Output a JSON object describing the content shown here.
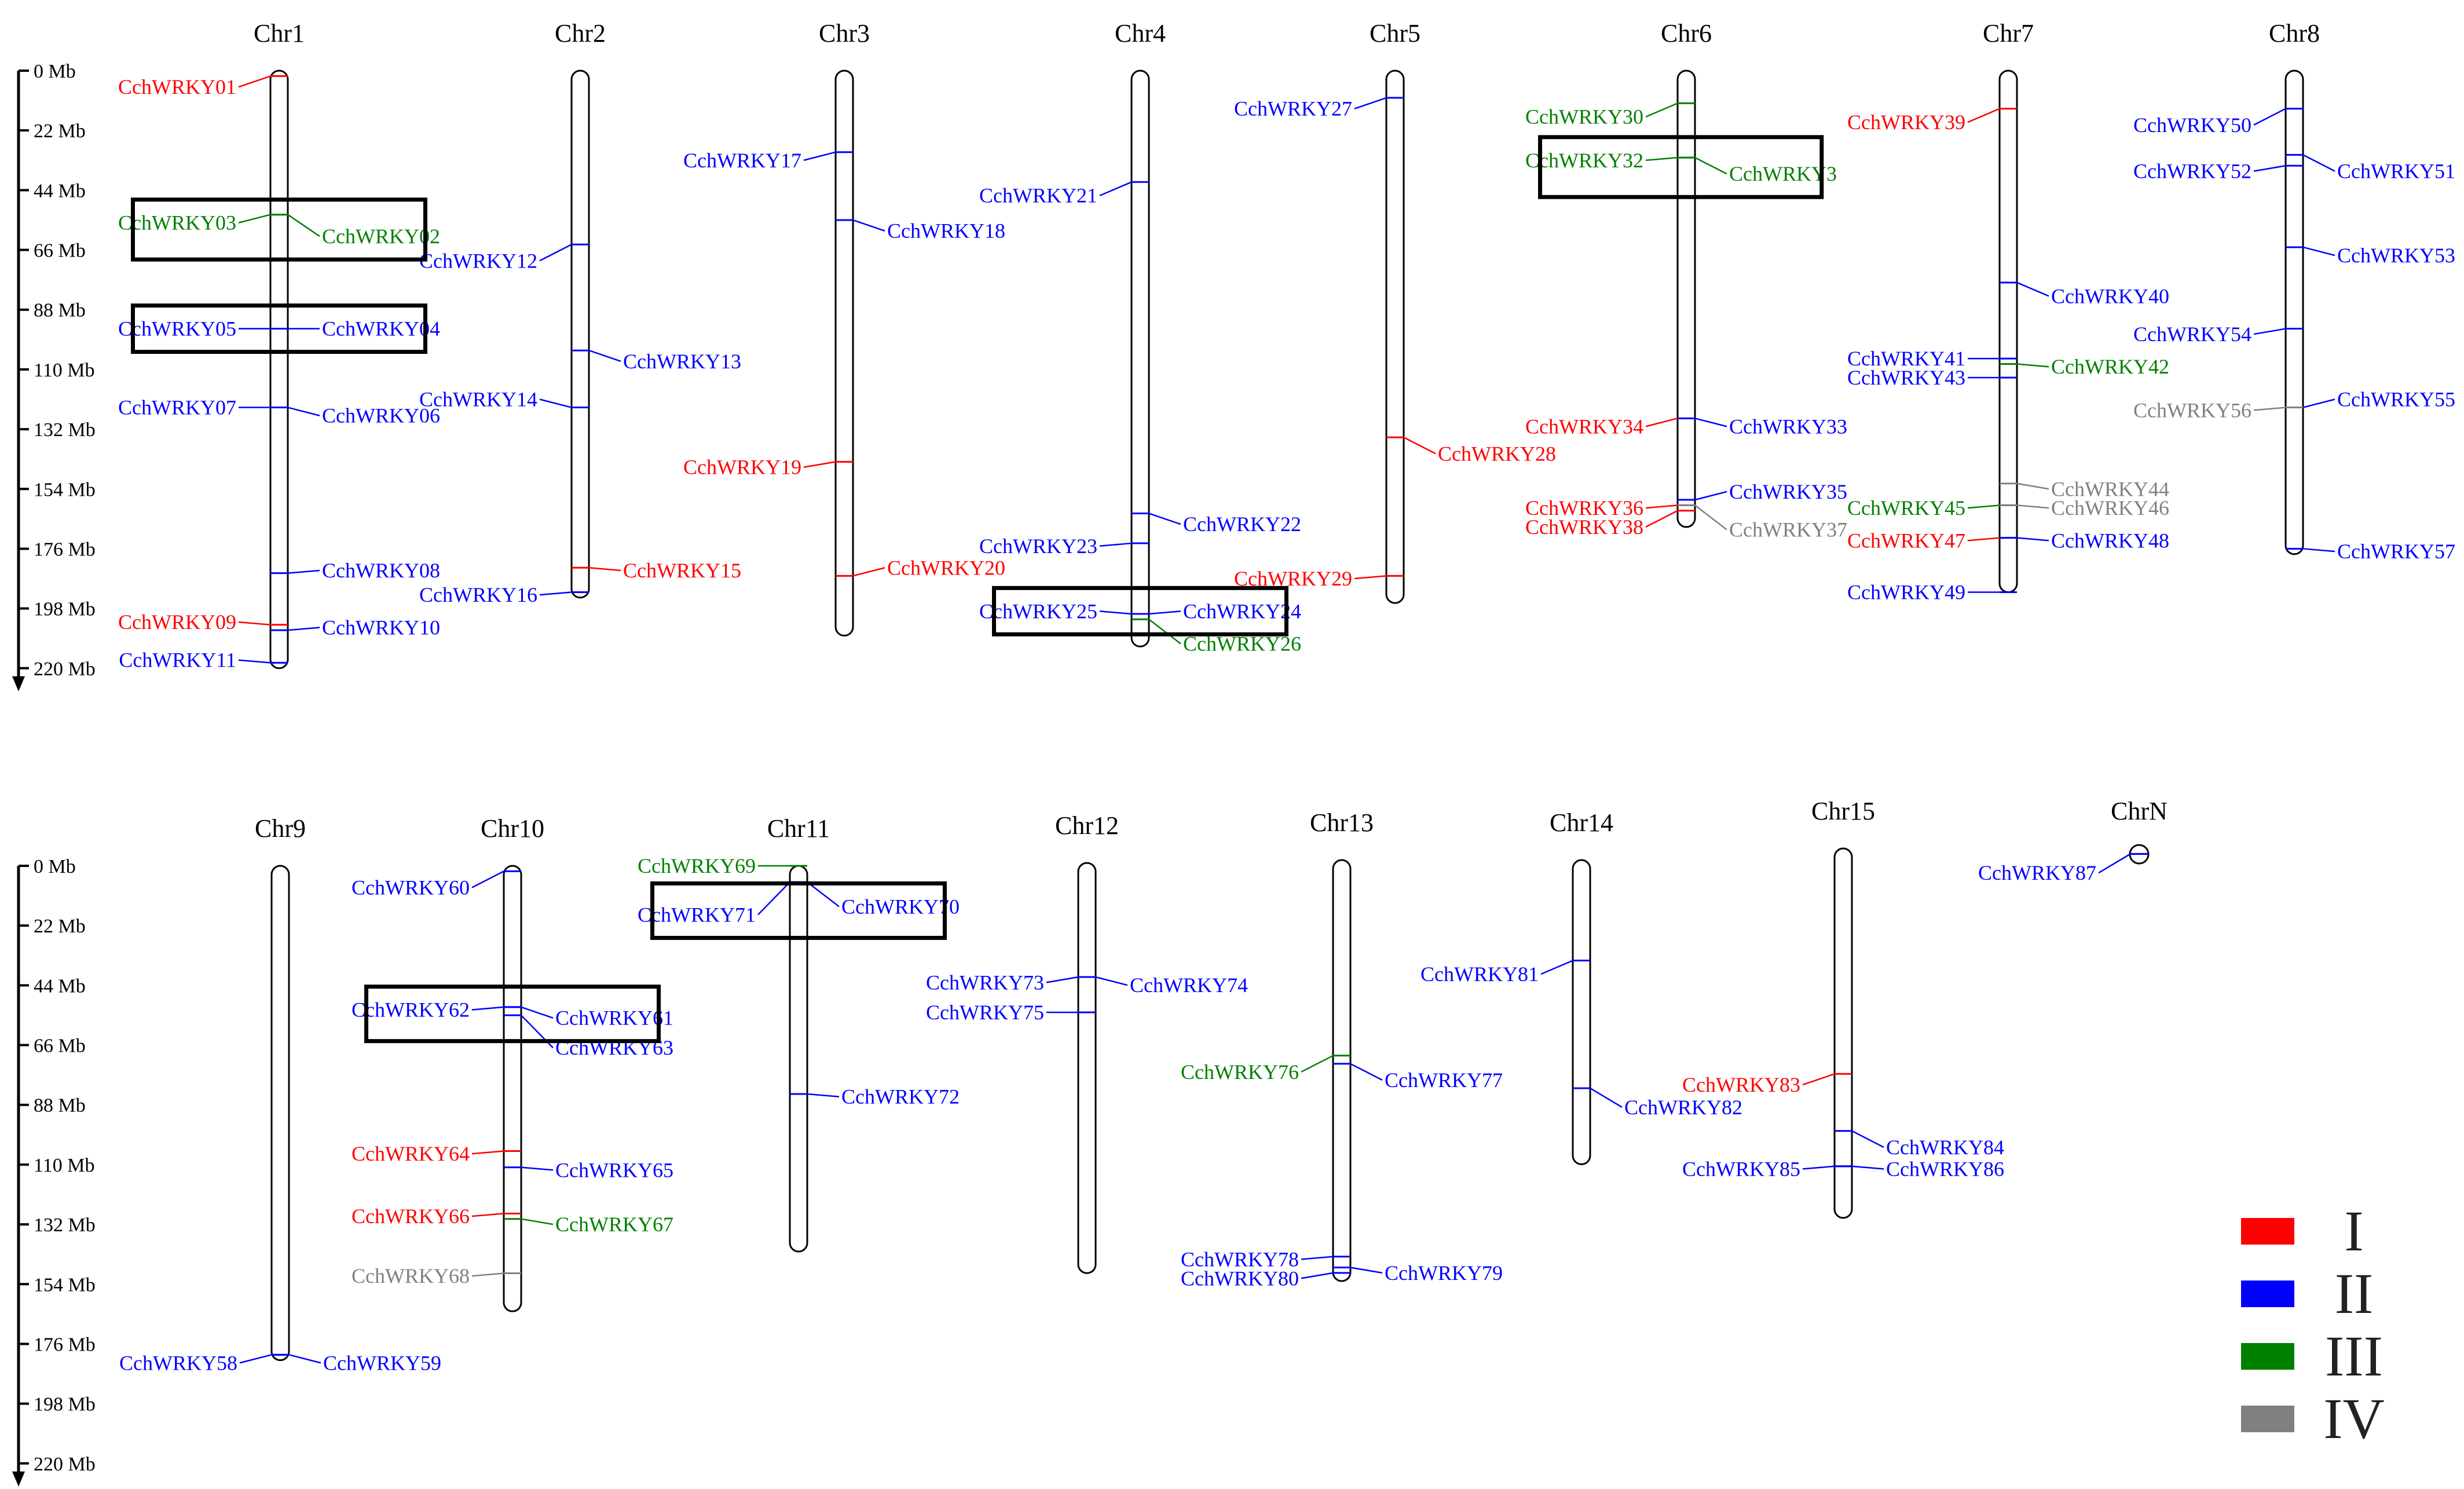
{
  "scale_labels": [
    "0 Mb",
    "22 Mb",
    "44 Mb",
    "66 Mb",
    "88 Mb",
    "110 Mb",
    "132 Mb",
    "154 Mb",
    "176 Mb",
    "198 Mb",
    "220 Mb"
  ],
  "colors": {
    "I": "#ff0000",
    "II": "#0000ff",
    "III": "#008000",
    "IV": "#808080"
  },
  "legend": [
    {
      "label": "I",
      "group": "I"
    },
    {
      "label": "II",
      "group": "II"
    },
    {
      "label": "III",
      "group": "III"
    },
    {
      "label": "IV",
      "group": "IV"
    }
  ],
  "rows": [
    {
      "chromosomes": [
        {
          "name": "Chr1",
          "length": 220,
          "genes": [
            {
              "name": "CchWRKY01",
              "pos": 2,
              "group": "I",
              "side": "left",
              "label_mb": 6
            },
            {
              "name": "CchWRKY03",
              "pos": 53,
              "group": "III",
              "side": "left",
              "label_mb": 56
            },
            {
              "name": "CchWRKY02",
              "pos": 53,
              "group": "III",
              "side": "right",
              "label_mb": 61
            },
            {
              "name": "CchWRKY05",
              "pos": 95,
              "group": "II",
              "side": "left",
              "label_mb": 95
            },
            {
              "name": "CchWRKY04",
              "pos": 95,
              "group": "II",
              "side": "right",
              "label_mb": 95
            },
            {
              "name": "CchWRKY07",
              "pos": 124,
              "group": "II",
              "side": "left",
              "label_mb": 124
            },
            {
              "name": "CchWRKY06",
              "pos": 124,
              "group": "II",
              "side": "right",
              "label_mb": 127
            },
            {
              "name": "CchWRKY08",
              "pos": 185,
              "group": "II",
              "side": "right",
              "label_mb": 184
            },
            {
              "name": "CchWRKY09",
              "pos": 204,
              "group": "I",
              "side": "left",
              "label_mb": 203
            },
            {
              "name": "CchWRKY10",
              "pos": 206,
              "group": "II",
              "side": "right",
              "label_mb": 205
            },
            {
              "name": "CchWRKY11",
              "pos": 218,
              "group": "II",
              "side": "left",
              "label_mb": 217
            }
          ]
        },
        {
          "name": "Chr2",
          "length": 194,
          "genes": [
            {
              "name": "CchWRKY12",
              "pos": 64,
              "group": "II",
              "side": "left",
              "label_mb": 70
            },
            {
              "name": "CchWRKY13",
              "pos": 103,
              "group": "II",
              "side": "right",
              "label_mb": 107
            },
            {
              "name": "CchWRKY14",
              "pos": 124,
              "group": "II",
              "side": "left",
              "label_mb": 121
            },
            {
              "name": "CchWRKY15",
              "pos": 183,
              "group": "I",
              "side": "right",
              "label_mb": 184
            },
            {
              "name": "CchWRKY16",
              "pos": 192,
              "group": "II",
              "side": "left",
              "label_mb": 193
            }
          ]
        },
        {
          "name": "Chr3",
          "length": 208,
          "genes": [
            {
              "name": "CchWRKY17",
              "pos": 30,
              "group": "II",
              "side": "left",
              "label_mb": 33
            },
            {
              "name": "CchWRKY18",
              "pos": 55,
              "group": "II",
              "side": "right",
              "label_mb": 59
            },
            {
              "name": "CchWRKY19",
              "pos": 144,
              "group": "I",
              "side": "left",
              "label_mb": 146
            },
            {
              "name": "CchWRKY20",
              "pos": 186,
              "group": "I",
              "side": "right",
              "label_mb": 183
            }
          ]
        },
        {
          "name": "Chr4",
          "length": 212,
          "genes": [
            {
              "name": "CchWRKY21",
              "pos": 41,
              "group": "II",
              "side": "left",
              "label_mb": 46
            },
            {
              "name": "CchWRKY22",
              "pos": 163,
              "group": "II",
              "side": "right",
              "label_mb": 167
            },
            {
              "name": "CchWRKY23",
              "pos": 174,
              "group": "II",
              "side": "left",
              "label_mb": 175
            },
            {
              "name": "CchWRKY25",
              "pos": 200,
              "group": "II",
              "side": "left",
              "label_mb": 199
            },
            {
              "name": "CchWRKY24",
              "pos": 200,
              "group": "II",
              "side": "right",
              "label_mb": 199
            },
            {
              "name": "CchWRKY26",
              "pos": 202,
              "group": "III",
              "side": "right",
              "label_mb": 211
            }
          ]
        },
        {
          "name": "Chr5",
          "length": 196,
          "genes": [
            {
              "name": "CchWRKY27",
              "pos": 10,
              "group": "II",
              "side": "left",
              "label_mb": 14
            },
            {
              "name": "CchWRKY28",
              "pos": 135,
              "group": "I",
              "side": "right",
              "label_mb": 141
            },
            {
              "name": "CchWRKY29",
              "pos": 186,
              "group": "I",
              "side": "left",
              "label_mb": 187
            }
          ]
        },
        {
          "name": "Chr6",
          "length": 168,
          "genes": [
            {
              "name": "CchWRKY30",
              "pos": 12,
              "group": "III",
              "side": "left",
              "label_mb": 17
            },
            {
              "name": "CchWRKY32",
              "pos": 32,
              "group": "III",
              "side": "left",
              "label_mb": 33
            },
            {
              "name": "CchWRKY3",
              "pos": 32,
              "group": "III",
              "side": "right",
              "label_mb": 38
            },
            {
              "name": "CchWRKY34",
              "pos": 128,
              "group": "I",
              "side": "left",
              "label_mb": 131
            },
            {
              "name": "CchWRKY33",
              "pos": 128,
              "group": "II",
              "side": "right",
              "label_mb": 131
            },
            {
              "name": "CchWRKY35",
              "pos": 158,
              "group": "II",
              "side": "right",
              "label_mb": 155
            },
            {
              "name": "CchWRKY36",
              "pos": 160,
              "group": "I",
              "side": "left",
              "label_mb": 161
            },
            {
              "name": "CchWRKY37",
              "pos": 160,
              "group": "IV",
              "side": "right",
              "label_mb": 169
            },
            {
              "name": "CchWRKY38",
              "pos": 162,
              "group": "I",
              "side": "left",
              "label_mb": 168
            }
          ]
        },
        {
          "name": "Chr7",
          "length": 192,
          "genes": [
            {
              "name": "CchWRKY39",
              "pos": 14,
              "group": "I",
              "side": "left",
              "label_mb": 19
            },
            {
              "name": "CchWRKY40",
              "pos": 78,
              "group": "II",
              "side": "right",
              "label_mb": 83
            },
            {
              "name": "CchWRKY41",
              "pos": 106,
              "group": "II",
              "side": "left",
              "label_mb": 106
            },
            {
              "name": "CchWRKY42",
              "pos": 108,
              "group": "III",
              "side": "right",
              "label_mb": 109
            },
            {
              "name": "CchWRKY43",
              "pos": 113,
              "group": "II",
              "side": "left",
              "label_mb": 113
            },
            {
              "name": "CchWRKY44",
              "pos": 152,
              "group": "IV",
              "side": "right",
              "label_mb": 154
            },
            {
              "name": "CchWRKY45",
              "pos": 160,
              "group": "III",
              "side": "left",
              "label_mb": 161
            },
            {
              "name": "CchWRKY46",
              "pos": 160,
              "group": "IV",
              "side": "right",
              "label_mb": 161
            },
            {
              "name": "CchWRKY47",
              "pos": 172,
              "group": "I",
              "side": "left",
              "label_mb": 173
            },
            {
              "name": "CchWRKY48",
              "pos": 172,
              "group": "II",
              "side": "right",
              "label_mb": 173
            },
            {
              "name": "CchWRKY49",
              "pos": 192,
              "group": "II",
              "side": "left",
              "label_mb": 192
            }
          ]
        },
        {
          "name": "Chr8",
          "length": 178,
          "genes": [
            {
              "name": "CchWRKY50",
              "pos": 14,
              "group": "II",
              "side": "left",
              "label_mb": 20
            },
            {
              "name": "CchWRKY51",
              "pos": 31,
              "group": "II",
              "side": "right",
              "label_mb": 37
            },
            {
              "name": "CchWRKY52",
              "pos": 35,
              "group": "II",
              "side": "left",
              "label_mb": 37
            },
            {
              "name": "CchWRKY53",
              "pos": 65,
              "group": "II",
              "side": "right",
              "label_mb": 68
            },
            {
              "name": "CchWRKY54",
              "pos": 95,
              "group": "II",
              "side": "left",
              "label_mb": 97
            },
            {
              "name": "CchWRKY55",
              "pos": 124,
              "group": "II",
              "side": "right",
              "label_mb": 121
            },
            {
              "name": "CchWRKY56",
              "pos": 124,
              "group": "IV",
              "side": "left",
              "label_mb": 125
            },
            {
              "name": "CchWRKY57",
              "pos": 176,
              "group": "II",
              "side": "right",
              "label_mb": 177
            }
          ]
        }
      ]
    },
    {
      "chromosomes": [
        {
          "name": "Chr9",
          "length": 182,
          "genes": [
            {
              "name": "CchWRKY58",
              "pos": 180,
              "group": "II",
              "side": "left",
              "label_mb": 183
            },
            {
              "name": "CchWRKY59",
              "pos": 180,
              "group": "II",
              "side": "right",
              "label_mb": 183
            }
          ]
        },
        {
          "name": "Chr10",
          "length": 164,
          "genes": [
            {
              "name": "CchWRKY60",
              "pos": 2,
              "group": "II",
              "side": "left",
              "label_mb": 8
            },
            {
              "name": "CchWRKY62",
              "pos": 52,
              "group": "II",
              "side": "left",
              "label_mb": 53
            },
            {
              "name": "CchWRKY61",
              "pos": 52,
              "group": "II",
              "side": "right",
              "label_mb": 56
            },
            {
              "name": "CchWRKY63",
              "pos": 55,
              "group": "II",
              "side": "right",
              "label_mb": 67
            },
            {
              "name": "CchWRKY64",
              "pos": 105,
              "group": "I",
              "side": "left",
              "label_mb": 106
            },
            {
              "name": "CchWRKY65",
              "pos": 111,
              "group": "II",
              "side": "right",
              "label_mb": 112
            },
            {
              "name": "CchWRKY66",
              "pos": 128,
              "group": "I",
              "side": "left",
              "label_mb": 129
            },
            {
              "name": "CchWRKY67",
              "pos": 130,
              "group": "III",
              "side": "right",
              "label_mb": 132
            },
            {
              "name": "CchWRKY68",
              "pos": 150,
              "group": "IV",
              "side": "left",
              "label_mb": 151
            }
          ]
        },
        {
          "name": "Chr11",
          "length": 142,
          "genes": [
            {
              "name": "CchWRKY69",
              "pos": 0,
              "group": "III",
              "side": "left",
              "label_mb": 0
            },
            {
              "name": "CchWRKY71",
              "pos": 6,
              "group": "II",
              "side": "left",
              "label_mb": 18
            },
            {
              "name": "CchWRKY70",
              "pos": 6,
              "group": "II",
              "side": "right",
              "label_mb": 15
            },
            {
              "name": "CchWRKY72",
              "pos": 84,
              "group": "II",
              "side": "right",
              "label_mb": 85
            }
          ]
        },
        {
          "name": "Chr12",
          "length": 151,
          "genes": [
            {
              "name": "CchWRKY73",
              "pos": 42,
              "group": "II",
              "side": "left",
              "label_mb": 44
            },
            {
              "name": "CchWRKY74",
              "pos": 42,
              "group": "II",
              "side": "right",
              "label_mb": 45
            },
            {
              "name": "CchWRKY75",
              "pos": 55,
              "group": "II",
              "side": "left",
              "label_mb": 55
            }
          ]
        },
        {
          "name": "Chr13",
          "length": 155,
          "genes": [
            {
              "name": "CchWRKY76",
              "pos": 72,
              "group": "III",
              "side": "left",
              "label_mb": 78
            },
            {
              "name": "CchWRKY77",
              "pos": 75,
              "group": "II",
              "side": "right",
              "label_mb": 81
            },
            {
              "name": "CchWRKY78",
              "pos": 146,
              "group": "II",
              "side": "left",
              "label_mb": 147
            },
            {
              "name": "CchWRKY79",
              "pos": 150,
              "group": "II",
              "side": "right",
              "label_mb": 152
            },
            {
              "name": "CchWRKY80",
              "pos": 152,
              "group": "II",
              "side": "left",
              "label_mb": 154
            }
          ]
        },
        {
          "name": "Chr14",
          "length": 112,
          "genes": [
            {
              "name": "CchWRKY81",
              "pos": 37,
              "group": "II",
              "side": "left",
              "label_mb": 42
            },
            {
              "name": "CchWRKY82",
              "pos": 84,
              "group": "II",
              "side": "right",
              "label_mb": 91
            }
          ]
        },
        {
          "name": "Chr15",
          "length": 136,
          "genes": [
            {
              "name": "CchWRKY83",
              "pos": 83,
              "group": "I",
              "side": "left",
              "label_mb": 87
            },
            {
              "name": "CchWRKY84",
              "pos": 104,
              "group": "II",
              "side": "right",
              "label_mb": 110
            },
            {
              "name": "CchWRKY85",
              "pos": 117,
              "group": "II",
              "side": "left",
              "label_mb": 118
            },
            {
              "name": "CchWRKY86",
              "pos": 117,
              "group": "II",
              "side": "right",
              "label_mb": 118
            }
          ]
        },
        {
          "name": "ChrN",
          "length": 4,
          "genes": [
            {
              "name": "CchWRKY87",
              "pos": 2,
              "group": "II",
              "side": "left",
              "label_mb": 9
            }
          ]
        }
      ]
    }
  ],
  "boxes": [
    {
      "row": 0,
      "chromosome": "Chr1",
      "genes": [
        "CchWRKY03",
        "CchWRKY02"
      ]
    },
    {
      "row": 0,
      "chromosome": "Chr1",
      "genes": [
        "CchWRKY05",
        "CchWRKY04"
      ]
    },
    {
      "row": 0,
      "chromosome": "Chr4",
      "genes": [
        "CchWRKY25",
        "CchWRKY24"
      ]
    },
    {
      "row": 0,
      "chromosome": "Chr6",
      "genes": [
        "CchWRKY32",
        "CchWRKY3"
      ]
    },
    {
      "row": 1,
      "chromosome": "Chr10",
      "genes": [
        "CchWRKY62",
        "CchWRKY61"
      ]
    },
    {
      "row": 1,
      "chromosome": "Chr11",
      "genes": [
        "CchWRKY71",
        "CchWRKY70"
      ]
    }
  ]
}
